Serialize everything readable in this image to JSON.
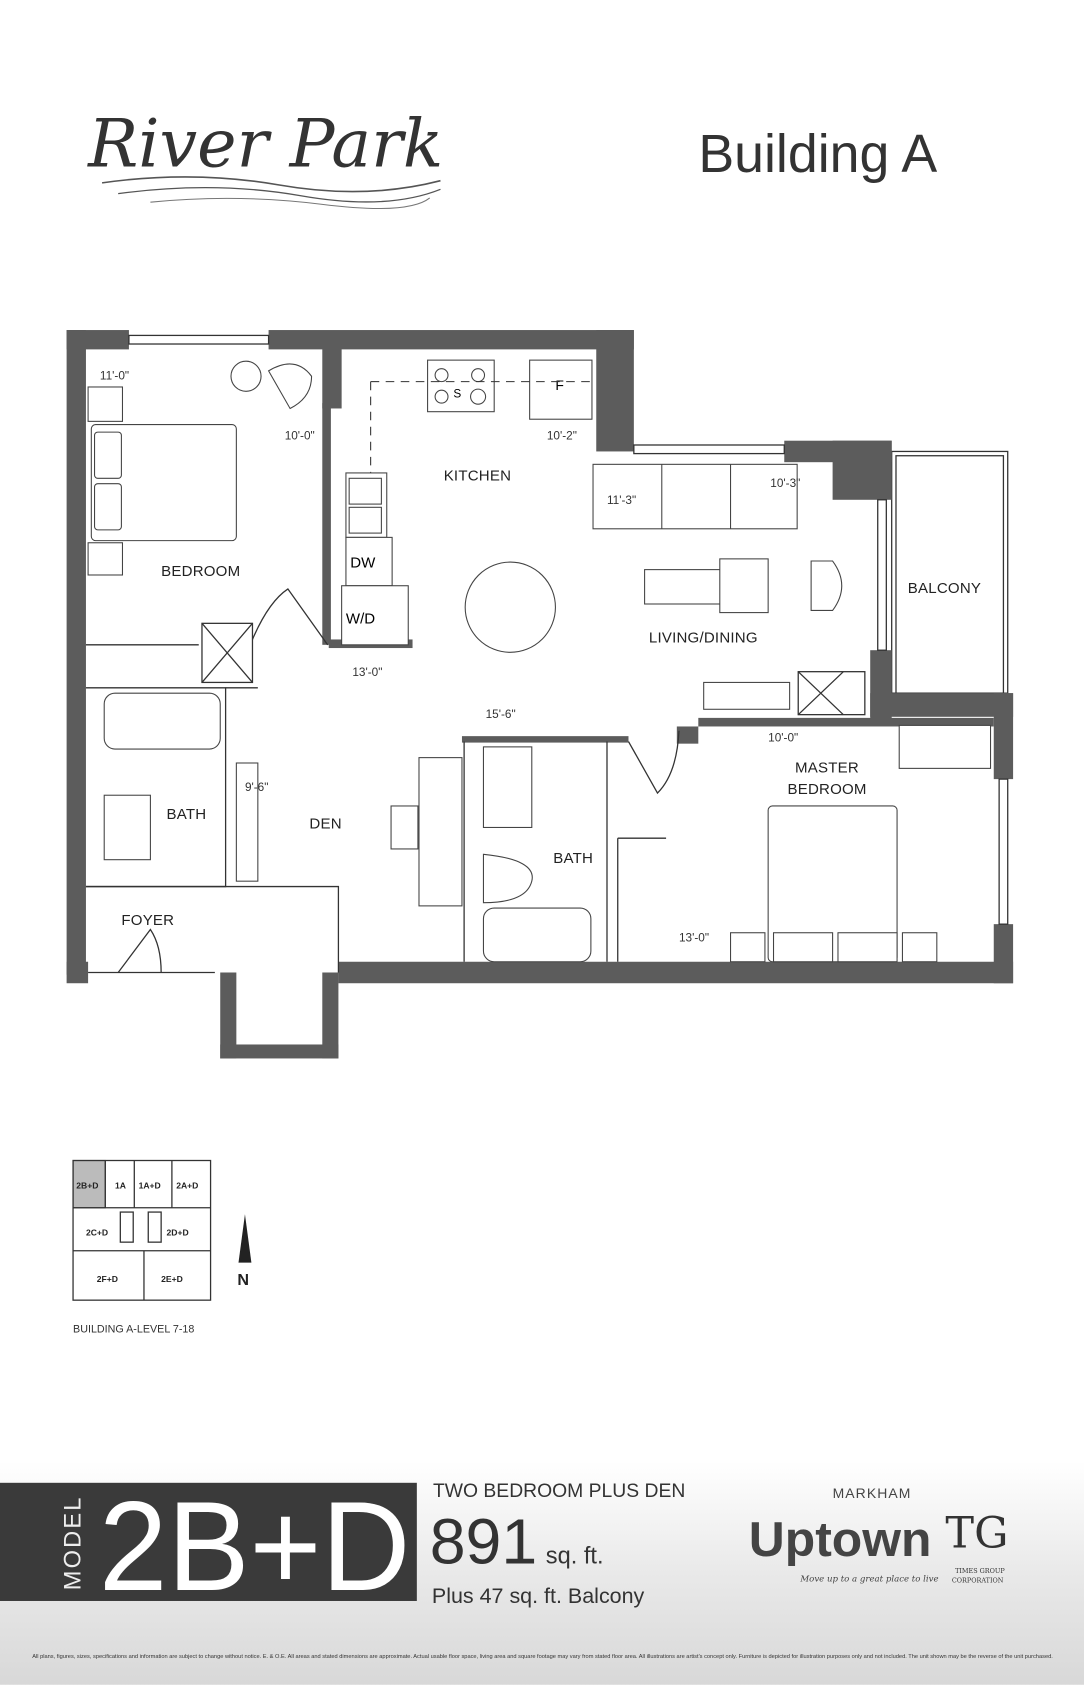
{
  "header": {
    "logo": "River Park",
    "building": "Building A"
  },
  "plan": {
    "rooms": {
      "bedroom": "BEDROOM",
      "kitchen": "KITCHEN",
      "living_dining": "LIVING/DINING",
      "balcony": "BALCONY",
      "master_1": "MASTER",
      "master_2": "BEDROOM",
      "bath1": "BATH",
      "bath2": "BATH",
      "den": "DEN",
      "foyer": "FOYER"
    },
    "fixtures": {
      "stove": "S",
      "fridge": "F",
      "dishwasher": "DW",
      "washer_dryer": "W/D"
    },
    "dimensions": {
      "bedroom_w": "11'-0\"",
      "bedroom_d": "10'-0\"",
      "kitchen_w": "10'-2\"",
      "kitchen_d": "13'-0\"",
      "living_w": "11'-3\"",
      "living_d": "10'-3\"",
      "den_w": "9'-6\"",
      "den_d": "15'-6\"",
      "master_w": "10'-0\"",
      "master_d": "13'-0\""
    }
  },
  "keyplan": {
    "units": [
      "2B+D",
      "1A",
      "1A+D",
      "2A+D",
      "2C+D",
      "2D+D",
      "2F+D",
      "2E+D"
    ],
    "highlighted": "2B+D",
    "north": "N",
    "caption": "BUILDING A-LEVEL 7-18"
  },
  "banner": {
    "model_label": "MODEL",
    "model": "2B+D",
    "type": "TWO BEDROOM PLUS DEN",
    "area": "891",
    "area_unit": "sq. ft.",
    "balcony": "Plus 47 sq. ft. Balcony",
    "colors": {
      "banner_bg": "#3a3a3a",
      "text": "#333333"
    }
  },
  "brands": {
    "markham": "MARKHAM",
    "uptown": "Uptown",
    "tagline": "Move up to a great place to live",
    "tg": "TG",
    "tg_line1": "TIMES GROUP",
    "tg_line2": "CORPORATION"
  },
  "disclaimer": "All plans, figures, sizes, specifications and information are subject to change without notice. E. & O.E. All areas and stated dimensions are approximate. Actual usable floor space, living area and square footage may vary from stated floor area. All illustrations are artist's concept only. Furniture is depicted for illustration purposes only and not included. The unit shown may be the reverse of the unit purchased."
}
